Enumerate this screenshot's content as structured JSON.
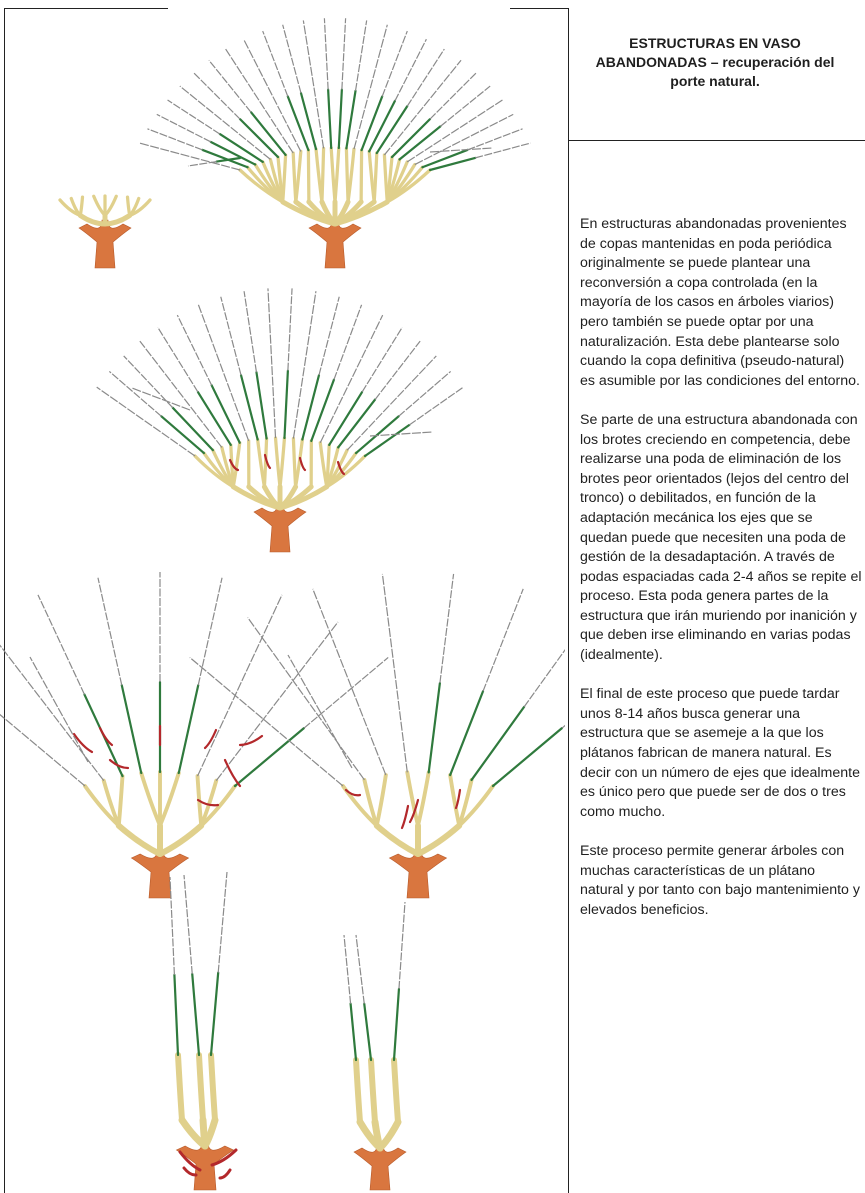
{
  "document": {
    "title": "ESTRUCTURAS EN VASO ABANDONADAS – recuperación del porte natural.",
    "paragraphs": [
      "En estructuras abandonadas provenientes de copas mantenidas en poda periódica originalmente se puede plantear una reconversión a copa controlada (en la mayoría de los casos en árboles viarios) pero también se puede optar por una naturalización. Esta debe plantearse solo cuando la copa definitiva (pseudo-natural) es asumible por las condiciones del entorno.",
      "Se parte de una estructura abandonada con los brotes creciendo en competencia, debe realizarse una poda de eliminación de los brotes peor orientados (lejos del centro del tronco) o debilitados, en función de la adaptación mecánica los ejes que se quedan puede que necesiten una poda de gestión de la desadaptación. A través de podas espaciadas cada 2-4 años se repite el proceso. Esta poda genera partes de la estructura que irán muriendo por inanición y que deben irse eliminando en varias podas (idealmente).",
      "El final de este proceso que puede tardar unos 8-14 años busca generar una estructura que se asemeje a la que los plátanos fabrican de manera natural. Es decir con un número de ejes que idealmente es único pero que puede ser de dos o tres como mucho.",
      "Este proceso permite generar árboles con muchas características de un plátano natural y por tanto con bajo mantenimiento y elevados beneficios."
    ]
  },
  "colors": {
    "trunk": "#d9763f",
    "branch": "#e0d08c",
    "shoot_gray": "#8a8a8a",
    "shoot_green": "#2f7a3d",
    "dead": "#b3282b",
    "rule": "#222222"
  },
  "icons": [
    "tree-abandoned-small",
    "tree-abandoned-large",
    "tree-first-pruning",
    "tree-second-pruning-a",
    "tree-second-pruning-b",
    "tree-final-a",
    "tree-final-b"
  ]
}
